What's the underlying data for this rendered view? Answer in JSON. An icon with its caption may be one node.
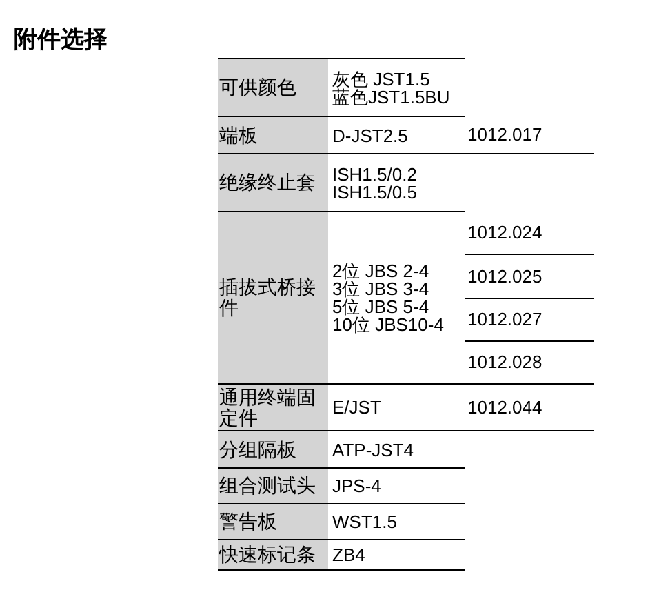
{
  "diagram": {
    "title": "附件选择",
    "labels": [
      "可供颜色",
      "灰色 JST1.5",
      "蓝色JST1.5BU",
      "端板",
      "D-JST2.5",
      "1012.017",
      "绝缘终止套",
      "ISH1.5/0.2",
      "ISH1.5/0.5",
      "插拔式桥接件",
      "2位 JBS 2-4",
      "3位 JBS 3-4",
      "5位 JBS 5-4",
      "10位 JBS10-4",
      "1012.024",
      "1012.025",
      "1012.027",
      "1012.028",
      "通用终端固定件",
      "E/JST",
      "1012.044",
      "分组隔板",
      "ATP-JST4",
      "组合测试头",
      "JPS-4",
      "警告板",
      "WST1.5",
      "快速标记条",
      "ZB4"
    ]
  }
}
